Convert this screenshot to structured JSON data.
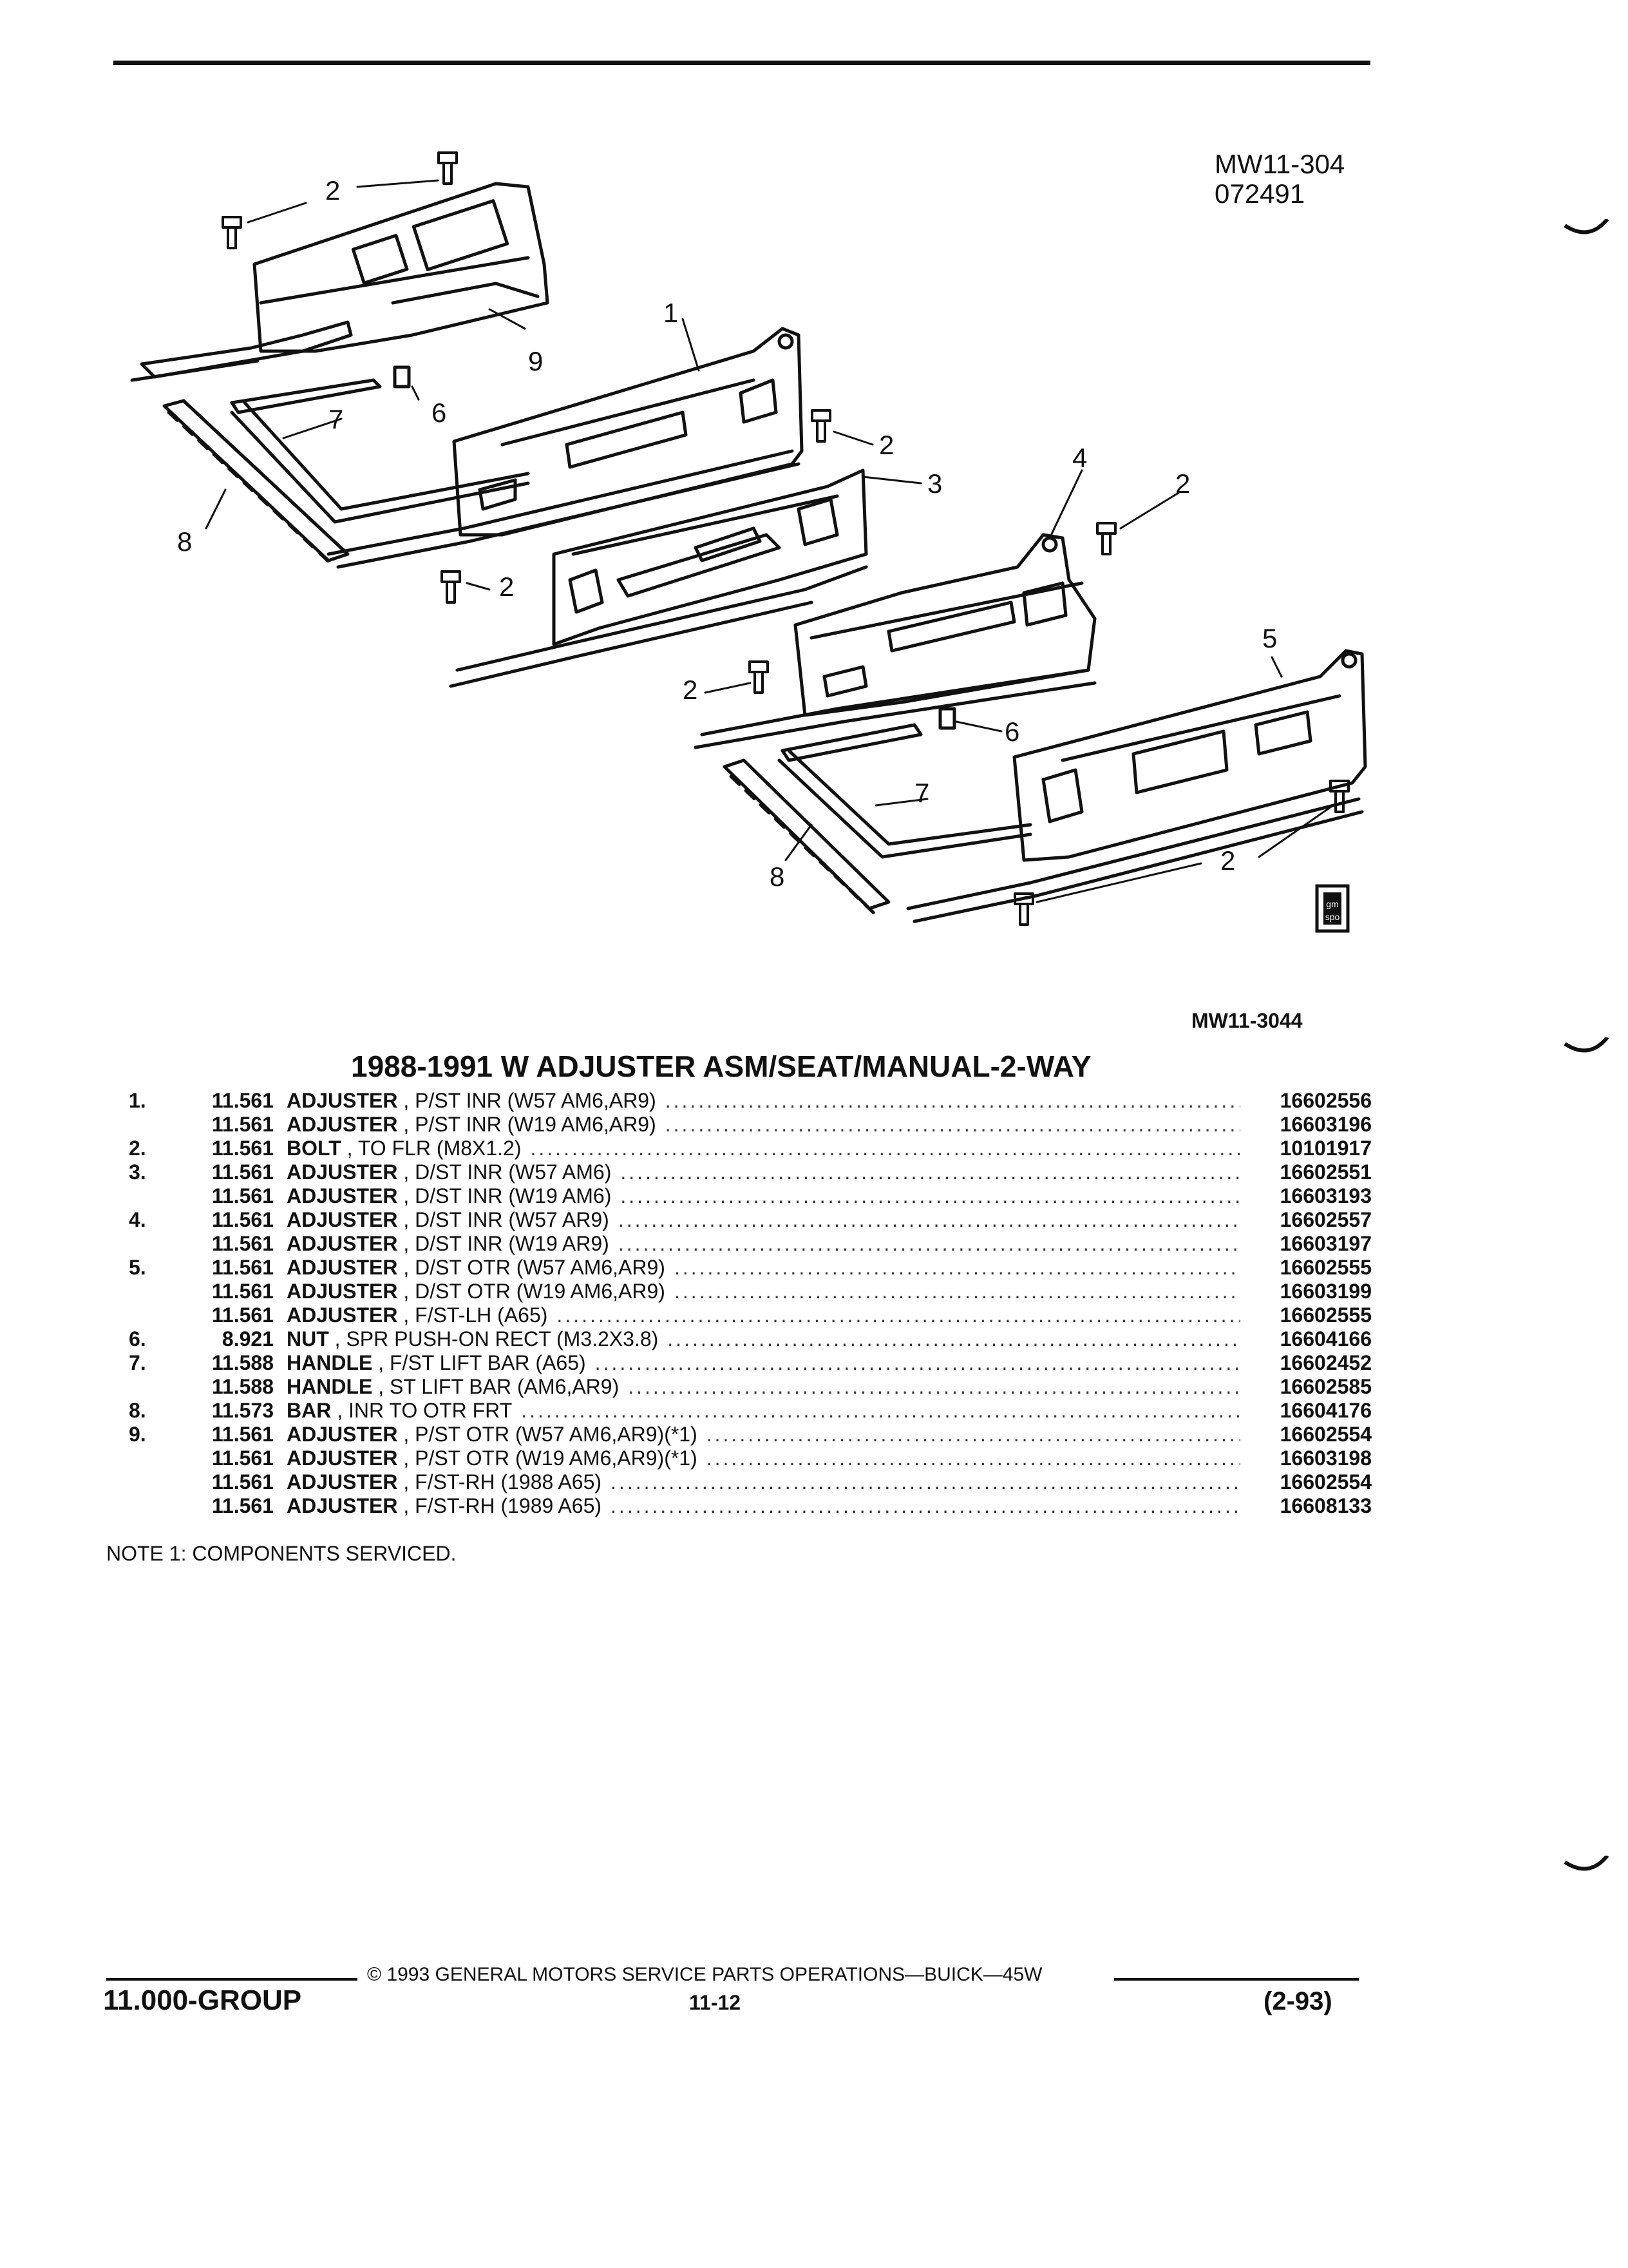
{
  "header": {
    "figure_code": "MW11-304",
    "figure_date": "072491",
    "figure_ref": "MW11-3044"
  },
  "callouts": [
    "1",
    "2",
    "3",
    "4",
    "5",
    "6",
    "7",
    "8",
    "9"
  ],
  "logo": {
    "line1": "gm",
    "line2": "spo"
  },
  "title": "1988-1991 W ADJUSTER ASM/SEAT/MANUAL-2-WAY",
  "parts": [
    {
      "item": "1.",
      "group": "11.561",
      "name": "ADJUSTER",
      "desc": " , P/ST INR (W57 AM6,AR9)",
      "pn": "16602556"
    },
    {
      "item": "",
      "group": "11.561",
      "name": "ADJUSTER",
      "desc": " , P/ST INR (W19 AM6,AR9)",
      "pn": "16603196"
    },
    {
      "item": "2.",
      "group": "11.561",
      "name": "BOLT",
      "desc": " , TO FLR (M8X1.2)",
      "pn": "10101917"
    },
    {
      "item": "3.",
      "group": "11.561",
      "name": "ADJUSTER",
      "desc": " , D/ST INR (W57 AM6)",
      "pn": "16602551"
    },
    {
      "item": "",
      "group": "11.561",
      "name": "ADJUSTER",
      "desc": " , D/ST INR (W19 AM6)",
      "pn": "16603193"
    },
    {
      "item": "4.",
      "group": "11.561",
      "name": "ADJUSTER",
      "desc": " , D/ST INR (W57 AR9)",
      "pn": "16602557"
    },
    {
      "item": "",
      "group": "11.561",
      "name": "ADJUSTER",
      "desc": " , D/ST INR (W19 AR9)",
      "pn": "16603197"
    },
    {
      "item": "5.",
      "group": "11.561",
      "name": "ADJUSTER",
      "desc": " , D/ST OTR (W57 AM6,AR9)",
      "pn": "16602555"
    },
    {
      "item": "",
      "group": "11.561",
      "name": "ADJUSTER",
      "desc": " , D/ST OTR (W19 AM6,AR9)",
      "pn": "16603199"
    },
    {
      "item": "",
      "group": "11.561",
      "name": "ADJUSTER",
      "desc": " , F/ST-LH (A65)",
      "pn": "16602555"
    },
    {
      "item": "6.",
      "group": "8.921",
      "name": "NUT",
      "desc": " , SPR PUSH-ON RECT (M3.2X3.8)",
      "pn": "16604166"
    },
    {
      "item": "7.",
      "group": "11.588",
      "name": "HANDLE",
      "desc": " , F/ST LIFT BAR (A65)",
      "pn": "16602452"
    },
    {
      "item": "",
      "group": "11.588",
      "name": "HANDLE",
      "desc": " , ST LIFT BAR (AM6,AR9)",
      "pn": "16602585"
    },
    {
      "item": "8.",
      "group": "11.573",
      "name": "BAR",
      "desc": " , INR TO OTR FRT",
      "pn": "16604176"
    },
    {
      "item": "9.",
      "group": "11.561",
      "name": "ADJUSTER",
      "desc": " , P/ST OTR (W57 AM6,AR9)(*1)",
      "pn": "16602554"
    },
    {
      "item": "",
      "group": "11.561",
      "name": "ADJUSTER",
      "desc": " , P/ST OTR (W19 AM6,AR9)(*1)",
      "pn": "16603198"
    },
    {
      "item": "",
      "group": "11.561",
      "name": "ADJUSTER",
      "desc": " , F/ST-RH (1988 A65)",
      "pn": "16602554"
    },
    {
      "item": "",
      "group": "11.561",
      "name": "ADJUSTER",
      "desc": " , F/ST-RH (1989 A65)",
      "pn": "16608133"
    }
  ],
  "note": "NOTE 1: COMPONENTS SERVICED.",
  "footer": {
    "copyright": "© 1993 GENERAL MOTORS SERVICE PARTS OPERATIONS—BUICK—45W",
    "group": "11.000-GROUP",
    "page": "11-12",
    "revision": "(2-93)"
  }
}
